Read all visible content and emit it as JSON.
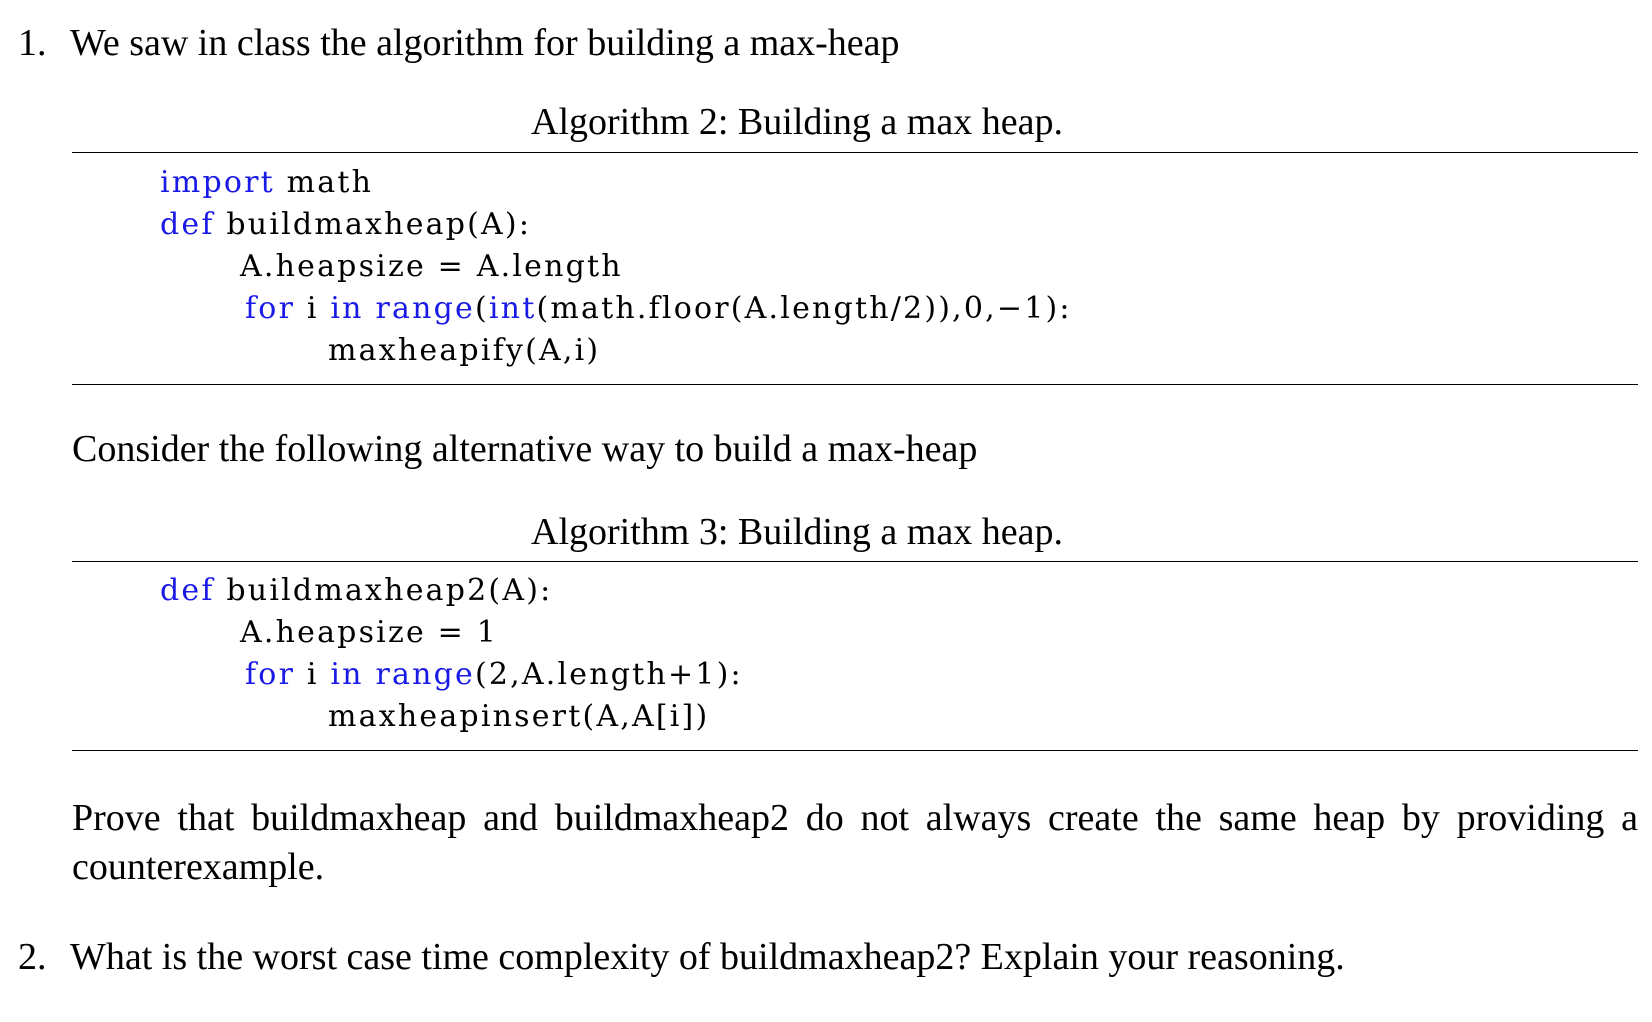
{
  "q1": {
    "number": "1.",
    "intro": "We saw in class the algorithm for building a max-heap",
    "algo2": {
      "title": "Algorithm 2: Building a max heap.",
      "lines": [
        {
          "kw1": "import",
          "rest1": " math"
        },
        {
          "kw1": "def",
          "rest1": " buildmaxheap(A):"
        },
        {
          "rest1": "A.heapsize = A.length"
        },
        {
          "kw1": "for",
          "mid1": " i ",
          "kw2": "in",
          "mid2": " ",
          "kw3": "range",
          "p1": "(",
          "kw4": "int",
          "rest1": "(math.floor(A.length/2)),0,−1):"
        },
        {
          "rest1": "maxheapify(A,i)"
        }
      ]
    },
    "consider": "Consider the following alternative way to build a max-heap",
    "algo3": {
      "title": "Algorithm 3: Building a max heap.",
      "lines": [
        {
          "kw1": "def",
          "rest1": " buildmaxheap2(A):"
        },
        {
          "rest1": "A.heapsize = 1"
        },
        {
          "kw1": "for",
          "mid1": " i ",
          "kw2": "in",
          "mid2": " ",
          "kw3": "range",
          "rest1": "(2,A.length+1):"
        },
        {
          "rest1": "maxheapinsert(A,A[i])"
        }
      ]
    },
    "prove": "Prove that buildmaxheap and buildmaxheap2 do not always create the same heap by providing a counterexample."
  },
  "q2": {
    "number": "2.",
    "text": "What is the worst case time complexity of buildmaxheap2? Explain your reasoning."
  },
  "colors": {
    "keyword": "#1a1ae6",
    "text": "#000000"
  }
}
